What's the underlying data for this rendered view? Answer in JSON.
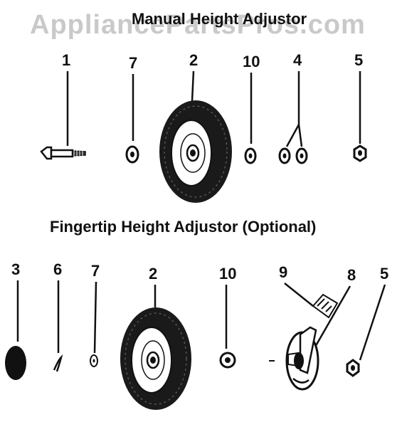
{
  "watermark": "AppliancePartsPros.com",
  "sections": {
    "manual": {
      "title": "Manual Height Adjustor",
      "callouts": [
        "1",
        "7",
        "2",
        "10",
        "4",
        "5"
      ]
    },
    "fingertip": {
      "title": "Fingertip Height Adjustor (Optional)",
      "callouts": [
        "3",
        "6",
        "7",
        "2",
        "10",
        "9",
        "8",
        "5"
      ]
    }
  },
  "colors": {
    "ink": "#111111",
    "watermark": "#c9c9c9",
    "background": "#ffffff"
  }
}
